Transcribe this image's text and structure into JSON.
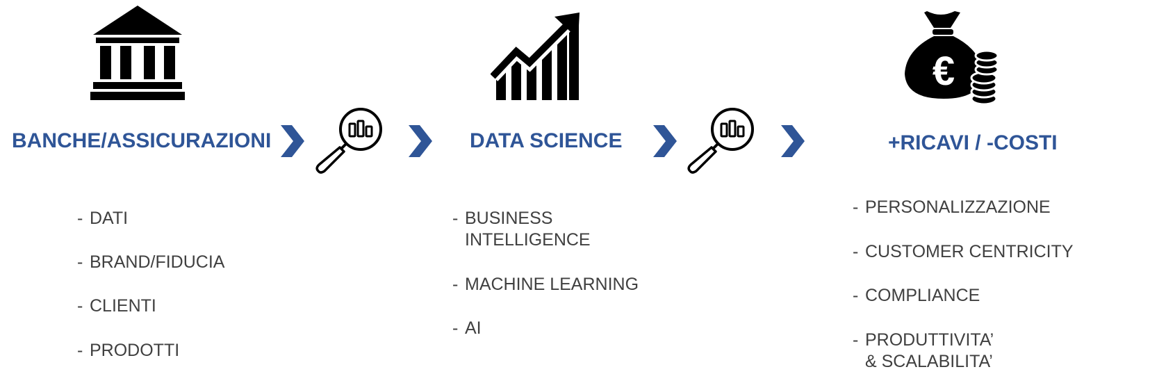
{
  "colors": {
    "accent": "#2f5597",
    "text": "#404040",
    "icon": "#000000"
  },
  "columns": [
    {
      "icon": "bank-icon",
      "heading": "BANCHE/ASSICURAZIONI",
      "items": [
        {
          "line1": "DATI"
        },
        {
          "line1": "BRAND/FIDUCIA"
        },
        {
          "line1": "CLIENTI"
        },
        {
          "line1": "PRODOTTI"
        }
      ]
    },
    {
      "icon": "growth-chart-icon",
      "heading": "DATA SCIENCE",
      "items": [
        {
          "line1": "BUSINESS",
          "line2": "INTELLIGENCE"
        },
        {
          "line1": "MACHINE LEARNING"
        },
        {
          "line1": "AI"
        }
      ]
    },
    {
      "icon": "money-bag-euro-icon",
      "heading": "+RICAVI / -COSTI",
      "items": [
        {
          "line1": "PERSONALIZZAZIONE"
        },
        {
          "line1": "CUSTOMER CENTRICITY"
        },
        {
          "line1": "COMPLIANCE"
        },
        {
          "line1": "PRODUTTIVITA’",
          "line2": "& SCALABILITA’"
        }
      ]
    }
  ],
  "bullet": "-",
  "connectors": [
    {
      "chevron_icon": "chevron-right-icon",
      "analysis_icon": "magnifier-analytics-icon"
    },
    {
      "chevron_icon": "chevron-right-icon",
      "analysis_icon": "magnifier-analytics-icon"
    }
  ]
}
